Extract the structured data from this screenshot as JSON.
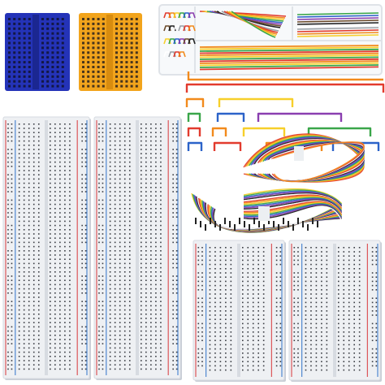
{
  "colors": {
    "background": "#ffffff",
    "board_body": "#eef0f3",
    "board_shadow": "#c9ced6",
    "hole": "#3a3d44",
    "rail_red": "#d8363a",
    "rail_blue": "#2f72c9",
    "mini_blue": "#2433b8",
    "mini_yellow": "#f2a41c",
    "box_frame": "#dfe3e8"
  },
  "items": [
    {
      "name": "mini-breadboard-blue",
      "icon": "mini-breadboard",
      "color": "blue"
    },
    {
      "name": "mini-breadboard-yellow",
      "icon": "mini-breadboard",
      "color": "yellow"
    },
    {
      "name": "jumper-wire-box",
      "icon": "wire-organizer-box"
    },
    {
      "name": "preformed-jumper-wires",
      "icon": "u-shaped-wires"
    },
    {
      "name": "flexible-jumper-wire-bundle",
      "icon": "dupont-wires"
    },
    {
      "name": "full-breadboard-left",
      "icon": "breadboard-830"
    },
    {
      "name": "full-breadboard-right",
      "icon": "breadboard-830"
    },
    {
      "name": "half-breadboard-left",
      "icon": "breadboard-400"
    },
    {
      "name": "half-breadboard-right",
      "icon": "breadboard-400"
    }
  ],
  "wire_colors": [
    "#e23b2e",
    "#f28a1c",
    "#f7cf2a",
    "#3aa64a",
    "#2c63c9",
    "#8a3fb0",
    "#6b4a2b",
    "#222222",
    "#ffffff",
    "#9aa0a6"
  ]
}
